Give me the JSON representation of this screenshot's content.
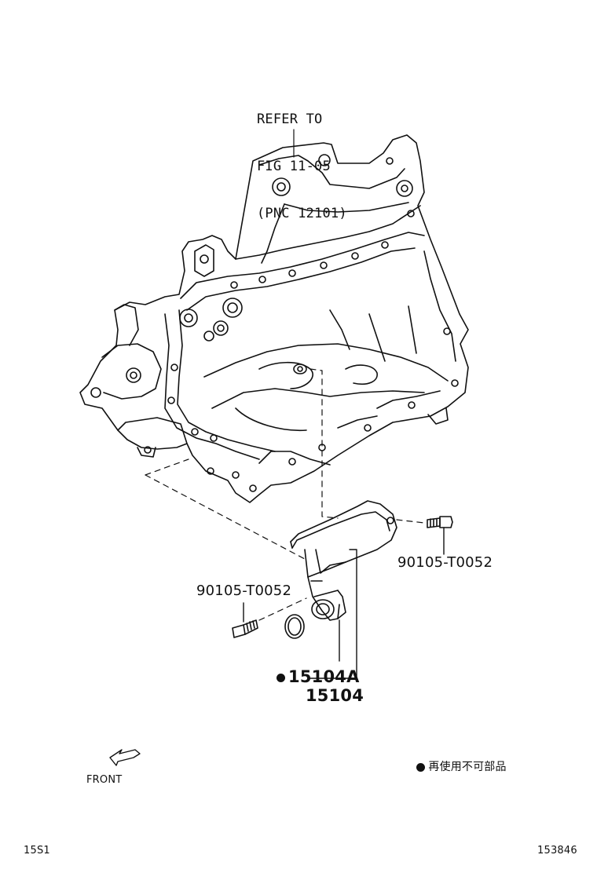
{
  "callouts": {
    "refer": [
      "REFER TO",
      "FIG 11-05",
      "(PNC 12101)"
    ],
    "bolt_right": "90105-T0052",
    "bolt_left": "90105-T0052",
    "oring": "15104A",
    "assembly": "15104"
  },
  "legend": {
    "non_reusable": "再使用不可部品"
  },
  "front_label": "FRONT",
  "footer": {
    "left_code": "15S1",
    "right_code": "153846"
  },
  "icons": {
    "front": "front-arrow-icon",
    "non_reusable": "filled-dot-icon"
  }
}
